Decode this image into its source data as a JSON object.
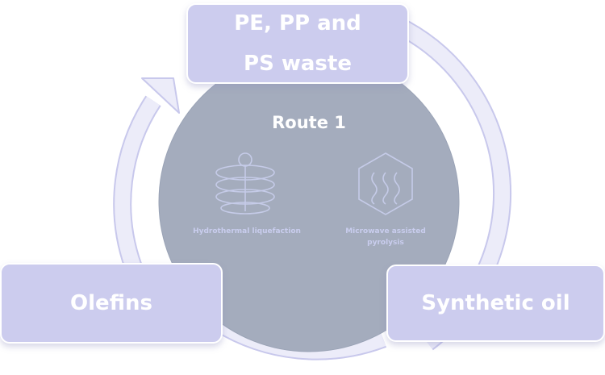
{
  "diagram": {
    "top_box": {
      "line1": "PE, PP and",
      "line2": "PS waste"
    },
    "left_box": {
      "label": "Olefins"
    },
    "right_box": {
      "label": "Synthetic oil"
    },
    "center": {
      "title": "Route 1",
      "methods": [
        {
          "label": "Hydrothermal liquefaction",
          "icon": "coil-reactor-icon"
        },
        {
          "label_line1": "Microwave assisted",
          "label_line2": "pyrolysis",
          "icon": "microwave-hexagon-icon"
        }
      ]
    }
  },
  "colors": {
    "box_fill": "#ccccee",
    "ring_fill": "#e7e7f7",
    "center_circle": "#a4acbd",
    "icon_stroke": "#c5cbe8"
  }
}
